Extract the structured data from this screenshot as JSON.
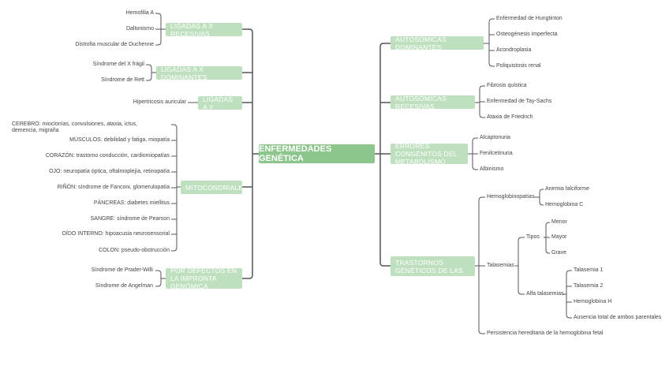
{
  "center": "ENFERMEDADES GENÉTICA",
  "colors": {
    "center": "#8cc68c",
    "category": "#bfe0bf",
    "line": "#555555",
    "text": "#444444"
  },
  "left": [
    {
      "label": "LIGADAS A X RECESIVAS",
      "items": [
        "Hemofilia A",
        "Daltonismo",
        "Distrofia muscular de Duchenne"
      ]
    },
    {
      "label": "LIGADAS A X DOMINANTES",
      "items": [
        "Síndrome del X frágil",
        "Síndrome de Rett"
      ]
    },
    {
      "label": "LIGADAS A Y",
      "items": [
        "Hipertricosis auricular"
      ]
    },
    {
      "label": "MITOCONDRIALES",
      "items": [
        "CEREBRO: mioclonías, convulsiones, ataxia, ictus, demencia, migraña",
        "MÚSCULOS: debilidad y fatiga, miopatía",
        "CORAZÓN: trastorno conducción, cardiomiopatías",
        "OJO: neuropatía óptica, oftalmoplejía, retinopatía",
        "RIÑÓN: síndrome de Fanconi, glomerulopatía",
        "PÁNCREAS: diabetes miellitus",
        "SANGRE: síndrome de Pearson",
        "OÍDO INTERNO: hipoacusia neurosensorial",
        "COLON: pseudo-obstrucción"
      ]
    },
    {
      "label": "POR DEFECTOS EN LA IMPRONTA GENÓMICA",
      "items": [
        "Síndrome de Prader-Willi",
        "Síndrome de Angelman"
      ]
    }
  ],
  "right": [
    {
      "label": "AUTOSÓMICAS DOMINANTES",
      "items": [
        "Enfermedad de Hungtinton",
        "Osteogénesis imperfecta",
        "Acondroplasia",
        "Poliquistosis renal"
      ]
    },
    {
      "label": "AUTOSÓMICAS RECESIVAS",
      "items": [
        "Fibrosis quística",
        "Enfermedad de Tay-Sachs",
        "Ataxia de Friedrich"
      ]
    },
    {
      "label": "ERRORES CONGÉNITOS DEL METABOLISMO",
      "items": [
        "Alcaptonuria",
        "Fenilcetinuria",
        "Albinismo"
      ]
    },
    {
      "label": "TRASTORNOS GENÉTICOS DE LAS HEMOGLOBINAS",
      "hemoglobinopatias": {
        "label": "Hemoglobinopatías",
        "items": [
          "Anemia falciforme",
          "Hemoglobina C"
        ]
      },
      "talasemias": {
        "label": "Talasemias",
        "tipos": {
          "label": "Tipos",
          "items": [
            "Menor",
            "Mayor",
            "Grave"
          ]
        },
        "alfa": {
          "label": "Alfa talasemias",
          "items": [
            "Talasemia 1",
            "Talasemia 2",
            "Hemoglobina H",
            "Ausencia total de ambos parentales"
          ]
        }
      },
      "persistencia": "Persistencia hereditaria de la hemoglobina fetal"
    }
  ]
}
